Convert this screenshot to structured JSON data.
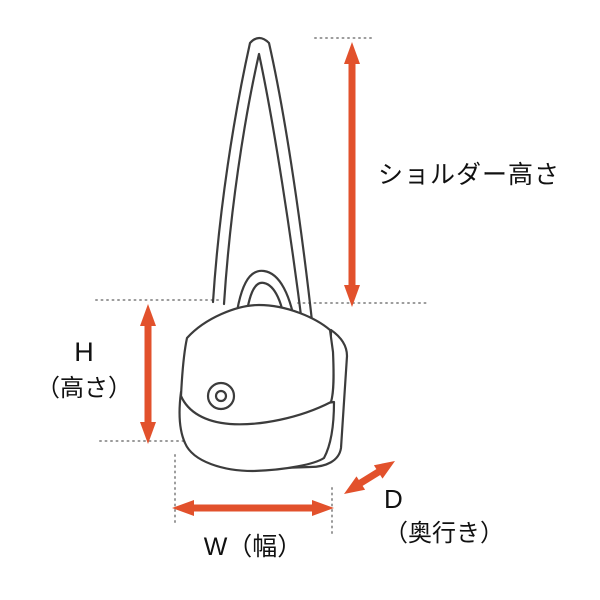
{
  "labels": {
    "shoulder_height": "ショルダー高さ",
    "height_letter": "H",
    "height_sub": "（高さ）",
    "width": "W（幅）",
    "depth_letter": "D",
    "depth_sub": "（奥行き）"
  },
  "colors": {
    "arrow": "#e2512c",
    "line_art": "#3c3c3c",
    "guide_dots": "#9a9a9a",
    "background": "#ffffff",
    "text": "#111111"
  }
}
